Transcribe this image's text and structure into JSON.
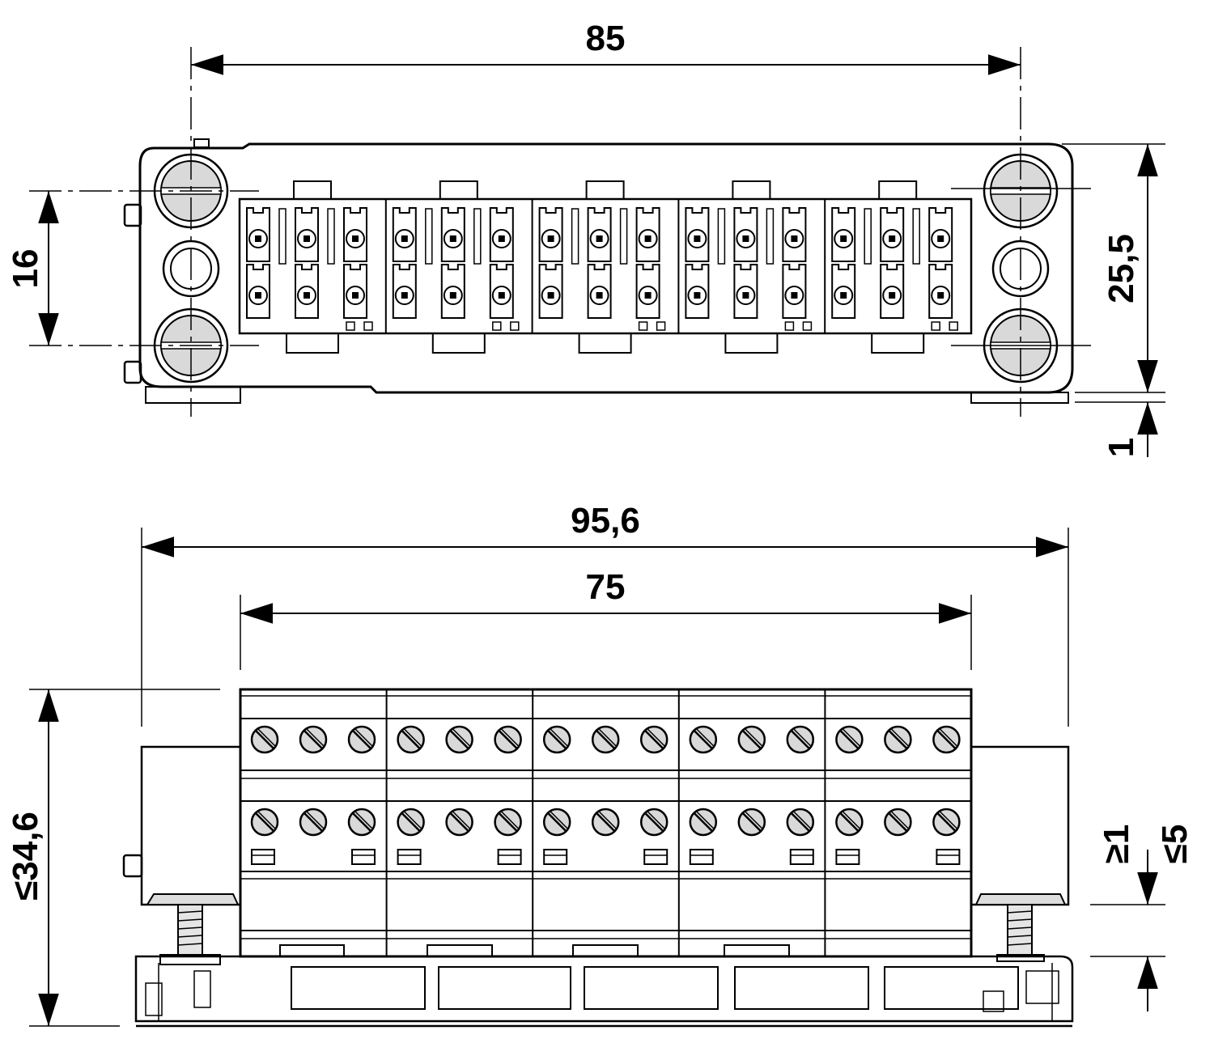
{
  "drawing": {
    "background": "#ffffff",
    "line_color": "#000000",
    "screw_fill": "#d9d9d9",
    "top_view": {
      "modules": 5,
      "terminals_per_module": 3,
      "rows": 2,
      "dimensions": {
        "width_axes": "85",
        "mount_spacing": "16",
        "height": "25,5",
        "offset": "1"
      }
    },
    "side_view": {
      "modules": 5,
      "screws_per_module": 3,
      "rows": 2,
      "dimensions": {
        "overall_width": "95,6",
        "module_width": "75",
        "max_height": "≤34,6",
        "min_gap": "≥1",
        "max_gap": "≤5"
      }
    }
  }
}
